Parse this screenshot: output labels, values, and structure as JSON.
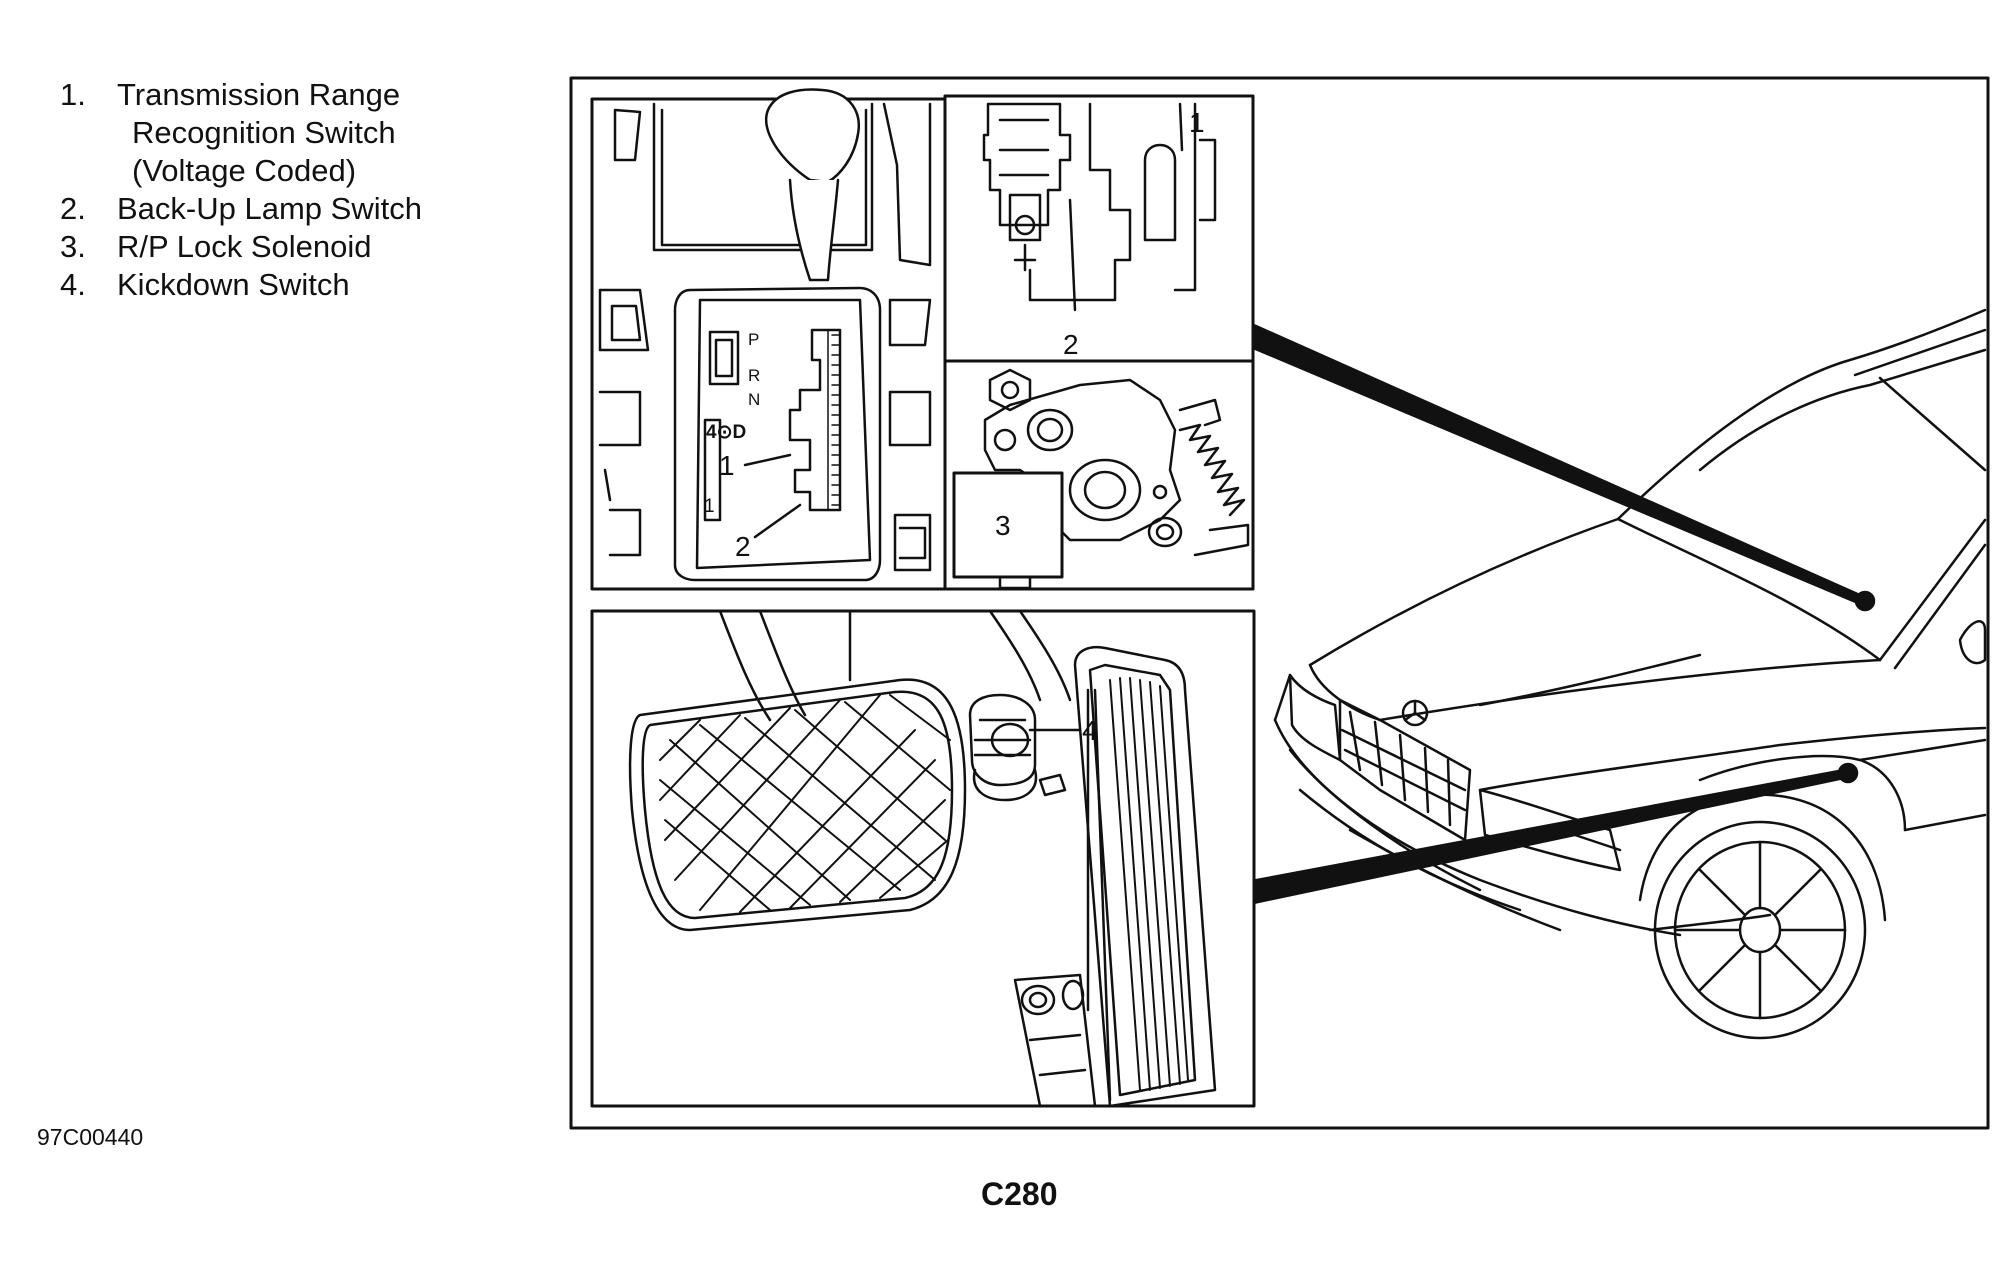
{
  "legend": {
    "items": [
      {
        "number": "1.",
        "lines": [
          "Transmission Range",
          "Recognition Switch",
          "(Voltage Coded)"
        ]
      },
      {
        "number": "2.",
        "lines": [
          "Back-Up Lamp Switch"
        ]
      },
      {
        "number": "3.",
        "lines": [
          "R/P Lock Solenoid"
        ]
      },
      {
        "number": "4.",
        "lines": [
          "Kickdown Switch"
        ]
      }
    ]
  },
  "figure_code": "97C00440",
  "model": "C280",
  "callouts": {
    "shifter_1": "1",
    "shifter_2": "2",
    "switch_1": "1",
    "switch_2": "2",
    "solenoid_3": "3",
    "pedal_4": "4"
  },
  "gate_labels": {
    "p": "P",
    "r": "R",
    "n": "N",
    "d": "4⊙D",
    "low": "1"
  },
  "colors": {
    "ink": "#111111",
    "paper": "#ffffff"
  }
}
